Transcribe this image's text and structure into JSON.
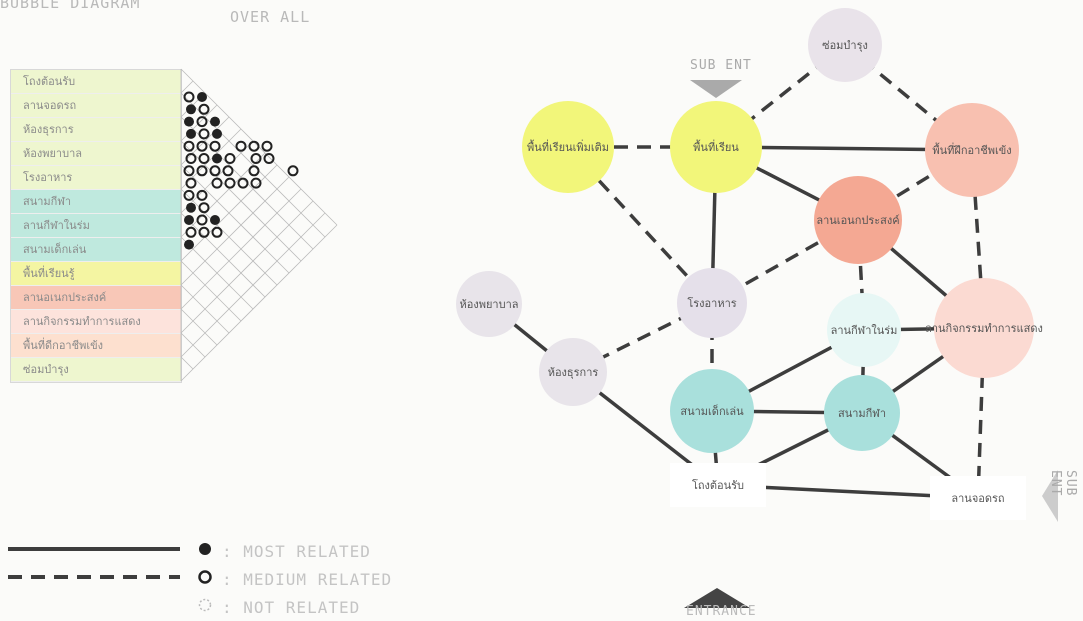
{
  "headers": {
    "diagram_title": "BUBBLE DIAGRAM",
    "overall": "OVER ALL",
    "sub_ent_top": "SUB ENT",
    "sub_ent_right": "SUB ENT",
    "entrance": "ENTRANCE"
  },
  "matrix": {
    "rows": [
      {
        "label": "โถงต้อนรับ",
        "color": "#eef6cf"
      },
      {
        "label": "ลานจอดรถ",
        "color": "#eef6cf"
      },
      {
        "label": "ห้องธุรการ",
        "color": "#eef6cf"
      },
      {
        "label": "ห้องพยาบาล",
        "color": "#eef6cf"
      },
      {
        "label": "โรงอาหาร",
        "color": "#eef6cf"
      },
      {
        "label": "สนามกีฬา",
        "color": "#bfe9de"
      },
      {
        "label": "ลานกีฬาในร่ม",
        "color": "#bfe9de"
      },
      {
        "label": "สนามเด็กเล่น",
        "color": "#bfe9de"
      },
      {
        "label": "พื้นที่เรียนรู้",
        "color": "#f4f5a2"
      },
      {
        "label": "ลานอเนกประสงค์",
        "color": "#f8c7b7"
      },
      {
        "label": "ลานกิจกรรมทำการแสดง",
        "color": "#fde3dc"
      },
      {
        "label": "พื้นที่ดีกอาชีพเข้ง",
        "color": "#fde0cf"
      },
      {
        "label": "ซ่อมบำรุง",
        "color": "#eef6cf"
      }
    ],
    "legend": {
      "most": ": MOST RELATED",
      "medium": ": MEDIUM RELATED",
      "not": ": NOT RELATED"
    }
  },
  "bubbles": [
    {
      "id": "maint",
      "label": "ซ่อมบำรุง",
      "color": "#e9e3ea"
    },
    {
      "id": "learn",
      "label": "พื้นที่เรียน",
      "color": "#f2f67a"
    },
    {
      "id": "learn_extra",
      "label": "พื้นที่เรียนเพิ่มเติม",
      "color": "#f2f67a"
    },
    {
      "id": "vocational",
      "label": "พื้นที่ฝึกอาชีพเข้ง",
      "color": "#f8c0b0"
    },
    {
      "id": "multi",
      "label": "ลานเอนกประสงค์",
      "color": "#f4a893"
    },
    {
      "id": "canteen",
      "label": "โรงอาหาร",
      "color": "#e5e0ea"
    },
    {
      "id": "nurse",
      "label": "ห้องพยาบาล",
      "color": "#e8e4ea"
    },
    {
      "id": "indoor",
      "label": "ลานกีฬาในร่ม",
      "color": "#e7f7f5"
    },
    {
      "id": "perform",
      "label": "ลานกิจกรรมทำการแสดง",
      "color": "#fbdad2"
    },
    {
      "id": "admin",
      "label": "ห้องธุรการ",
      "color": "#e8e4ea"
    },
    {
      "id": "playground",
      "label": "สนามเด็กเล่น",
      "color": "#a9e0dc"
    },
    {
      "id": "sports",
      "label": "สนามกีฬา",
      "color": "#a9e0dc"
    },
    {
      "id": "lobby",
      "label": "โถงต้อนรับ",
      "color": "#ffffff"
    },
    {
      "id": "parking",
      "label": "ลานจอดรถ",
      "color": "#ffffff"
    }
  ]
}
